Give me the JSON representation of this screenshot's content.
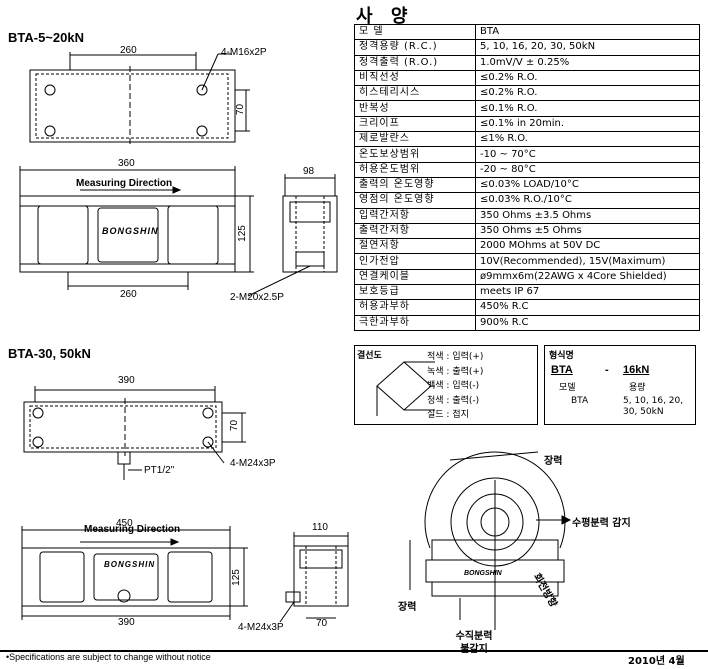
{
  "models": {
    "top_title": "BTA-5~20kN",
    "bottom_title": "BTA-30, 50kN"
  },
  "drawing_top": {
    "dim_260_top": "260",
    "hole_label": "4-M16x2P",
    "dim_70": "70",
    "dim_360": "360",
    "measuring_direction": "Measuring Direction",
    "brand": "BONGSHIN",
    "dim_125": "125",
    "dim_260_bottom": "260",
    "dim_98": "98",
    "thread_label": "2-M20x2.5P"
  },
  "drawing_bottom": {
    "dim_390_top": "390",
    "dim_70": "70",
    "pt_label": "PT1/2\"",
    "hole_label": "4-M24x3P",
    "dim_450": "450",
    "measuring_direction": "Measuring Direction",
    "brand": "BONGSHIN",
    "dim_125": "125",
    "dim_390_bottom": "390",
    "dim_110": "110",
    "thread_label": "4-M24x3P",
    "dim_70_side": "70"
  },
  "spec": {
    "title": "사 양",
    "rows": [
      {
        "k": "모 델",
        "v": "BTA"
      },
      {
        "k": "정격용량 (R.C.)",
        "v": "5, 10, 16, 20, 30, 50kN"
      },
      {
        "k": "정격출력 (R.O.)",
        "v": "1.0mV/V ± 0.25%"
      },
      {
        "k": "비직선성",
        "v": "≤0.2% R.O."
      },
      {
        "k": "히스테리시스",
        "v": "≤0.2% R.O."
      },
      {
        "k": "반복성",
        "v": "≤0.1% R.O."
      },
      {
        "k": "크리이프",
        "v": "≤0.1% in 20min."
      },
      {
        "k": "제로발란스",
        "v": "≤1% R.O."
      },
      {
        "k": "온도보상범위",
        "v": "-10 ~ 70°C"
      },
      {
        "k": "허용온도범위",
        "v": "-20 ~ 80°C"
      },
      {
        "k": "출력의 온도영향",
        "v": "≤0.03% LOAD/10°C"
      },
      {
        "k": "영점의 온도영향",
        "v": "≤0.03% R.O./10°C"
      },
      {
        "k": "입력간저항",
        "v": "350 Ohms ±3.5 Ohms"
      },
      {
        "k": "출력간저항",
        "v": "350 Ohms ±5 Ohms"
      },
      {
        "k": "절연저항",
        "v": "2000 MOhms at 50V DC"
      },
      {
        "k": "인가전압",
        "v": "10V(Recommended), 15V(Maximum)"
      },
      {
        "k": "연결케이블",
        "v": "ø9mmx6m(22AWG x 4Core Shielded)"
      },
      {
        "k": "보호등급",
        "v": "meets IP 67"
      },
      {
        "k": "허용과부하",
        "v": "450% R.C"
      },
      {
        "k": "극한과부하",
        "v": "900% R.C"
      }
    ]
  },
  "wiring": {
    "title": "결선도",
    "lines": [
      "적색 : 입력(+)",
      "녹색 : 출력(+)",
      "백색 : 입력(-)",
      "청색 : 출력(-)",
      "실드 : 접지"
    ]
  },
  "model_code": {
    "title": "형식명",
    "model": "BTA",
    "dash": "-",
    "capacity": "16kN",
    "model_label": "모델",
    "capacity_label": "용량",
    "model_value": "BTA",
    "capacity_values": "5, 10, 16, 20, 30, 50kN"
  },
  "mount": {
    "tension_top": "장력",
    "horizontal": "수평분력 감지",
    "brand": "BONGSHIN",
    "rotation": "회전방향",
    "tension_bottom": "장력",
    "vertical": "수직분력 불감지"
  },
  "footer": {
    "note": "•Specifications are subject to change without notice",
    "date": "2010년 4월"
  }
}
